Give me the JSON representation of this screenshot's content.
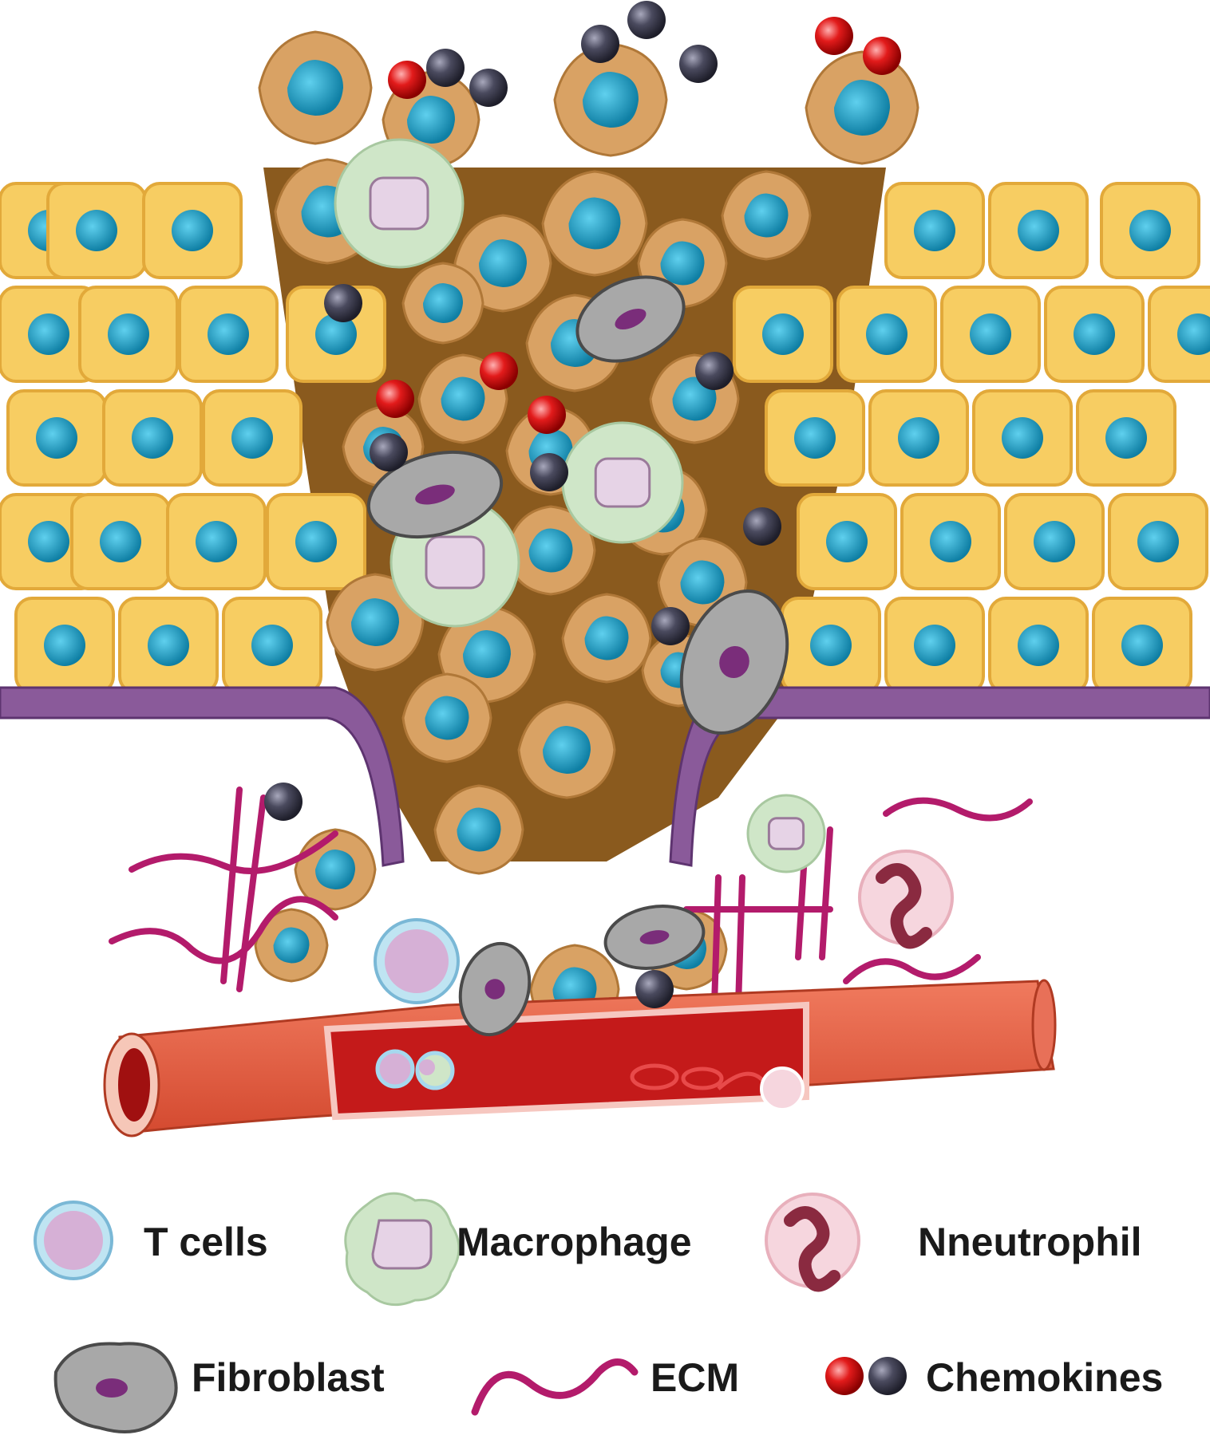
{
  "legend": {
    "t_cells": "T cells",
    "macrophage": "Macrophage",
    "neutrophil": "Nneutrophil",
    "fibroblast": "Fibroblast",
    "ecm": "ECM",
    "chemokines": "Chemokines"
  },
  "colors": {
    "epithelial_fill": "#f7cd62",
    "epithelial_stroke": "#e2a93a",
    "nucleus": "#1f95b8",
    "tumor_cell": "#d9a264",
    "tumor_nucleus": "#2a8db3",
    "macrophage": "#cfe6c8",
    "macrophage_nucleus": "#e6d3e6",
    "fibroblast": "#a8a8a8",
    "fibroblast_nucleus": "#7a2d7a",
    "basement_membrane": "#8a5a9a",
    "ecm": "#b31b6b",
    "chemokine_red": "#e21b1b",
    "chemokine_dark": "#4a4a5e",
    "vessel": "#e2553a",
    "vessel_lumen": "#c41a1a",
    "neutrophil": "#f6d6de",
    "neutrophil_nucleus": "#8a2a40",
    "t_cell": "#d6b0d6",
    "t_cell_ring": "#a6d8ee"
  }
}
